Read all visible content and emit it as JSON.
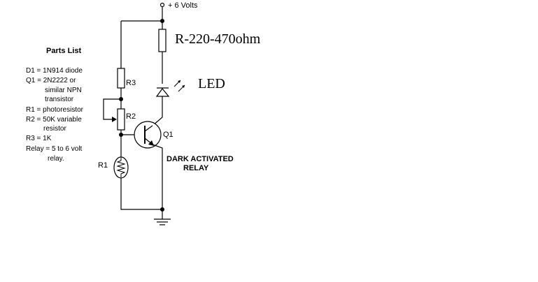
{
  "supply_label": "+ 6 Volts",
  "parts_list": {
    "title": "Parts List",
    "lines": [
      "D1 = 1N914 diode",
      "Q1 = 2N2222 or",
      "similar NPN",
      "transistor",
      "R1 = photoresistor",
      "R2 = 50K variable",
      "resistor",
      "R3 = 1K",
      "Relay = 5 to 6 volt",
      "relay."
    ]
  },
  "labels": {
    "resistor_top": "R-220-470ohm",
    "led": "LED",
    "r3": "R3",
    "r2": "R2",
    "r1": "R1",
    "q1": "Q1",
    "caption_line1": "DARK ACTIVATED",
    "caption_line2": "RELAY"
  },
  "colors": {
    "ink": "#000000",
    "background": "#ffffff"
  }
}
